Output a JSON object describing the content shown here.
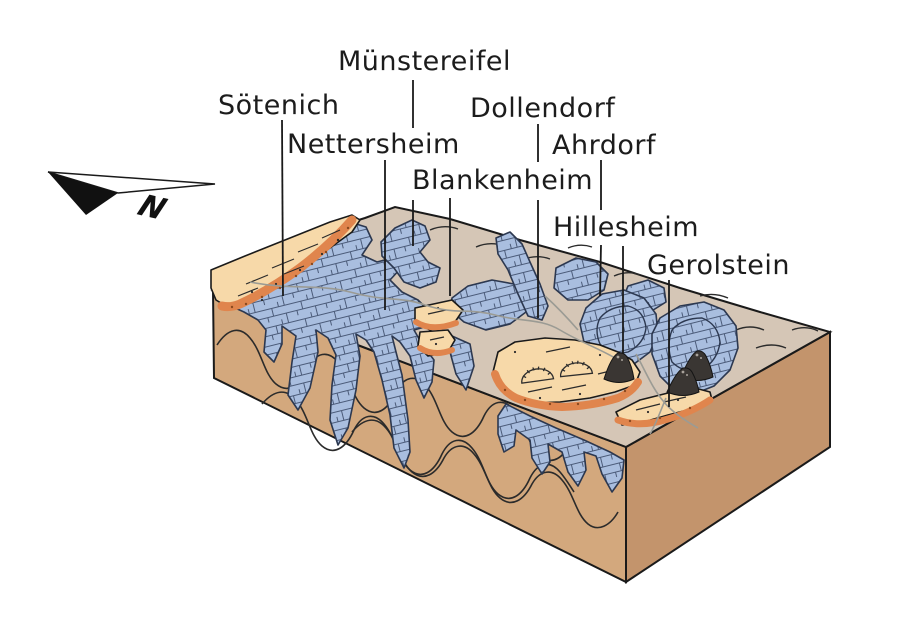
{
  "figure": {
    "description_labels_language": "de",
    "compass": {
      "label": "N"
    }
  },
  "labels": [
    {
      "id": "soetenich",
      "text": "Sötenich"
    },
    {
      "id": "muenstereifel",
      "text": "Münstereifel"
    },
    {
      "id": "nettersheim",
      "text": "Nettersheim"
    },
    {
      "id": "dollendorf",
      "text": "Dollendorf"
    },
    {
      "id": "blankenheim",
      "text": "Blankenheim"
    },
    {
      "id": "ahrdorf",
      "text": "Ahrdorf"
    },
    {
      "id": "hillesheim",
      "text": "Hillesheim"
    },
    {
      "id": "gerolstein",
      "text": "Gerolstein"
    }
  ],
  "colors": {
    "surface": "#d5c6b6",
    "front_face": "#d3a87d",
    "right_face": "#c3946c",
    "plateau_top": "#f7d9a9",
    "rim": "#e0854d",
    "rim_dot": "#8a4a1f",
    "limestone": "#a9bedf",
    "limestone_line": "#3b4a68",
    "volcano": "#3a3633",
    "river": "#9b9b94",
    "outline": "#1a1a1a"
  }
}
